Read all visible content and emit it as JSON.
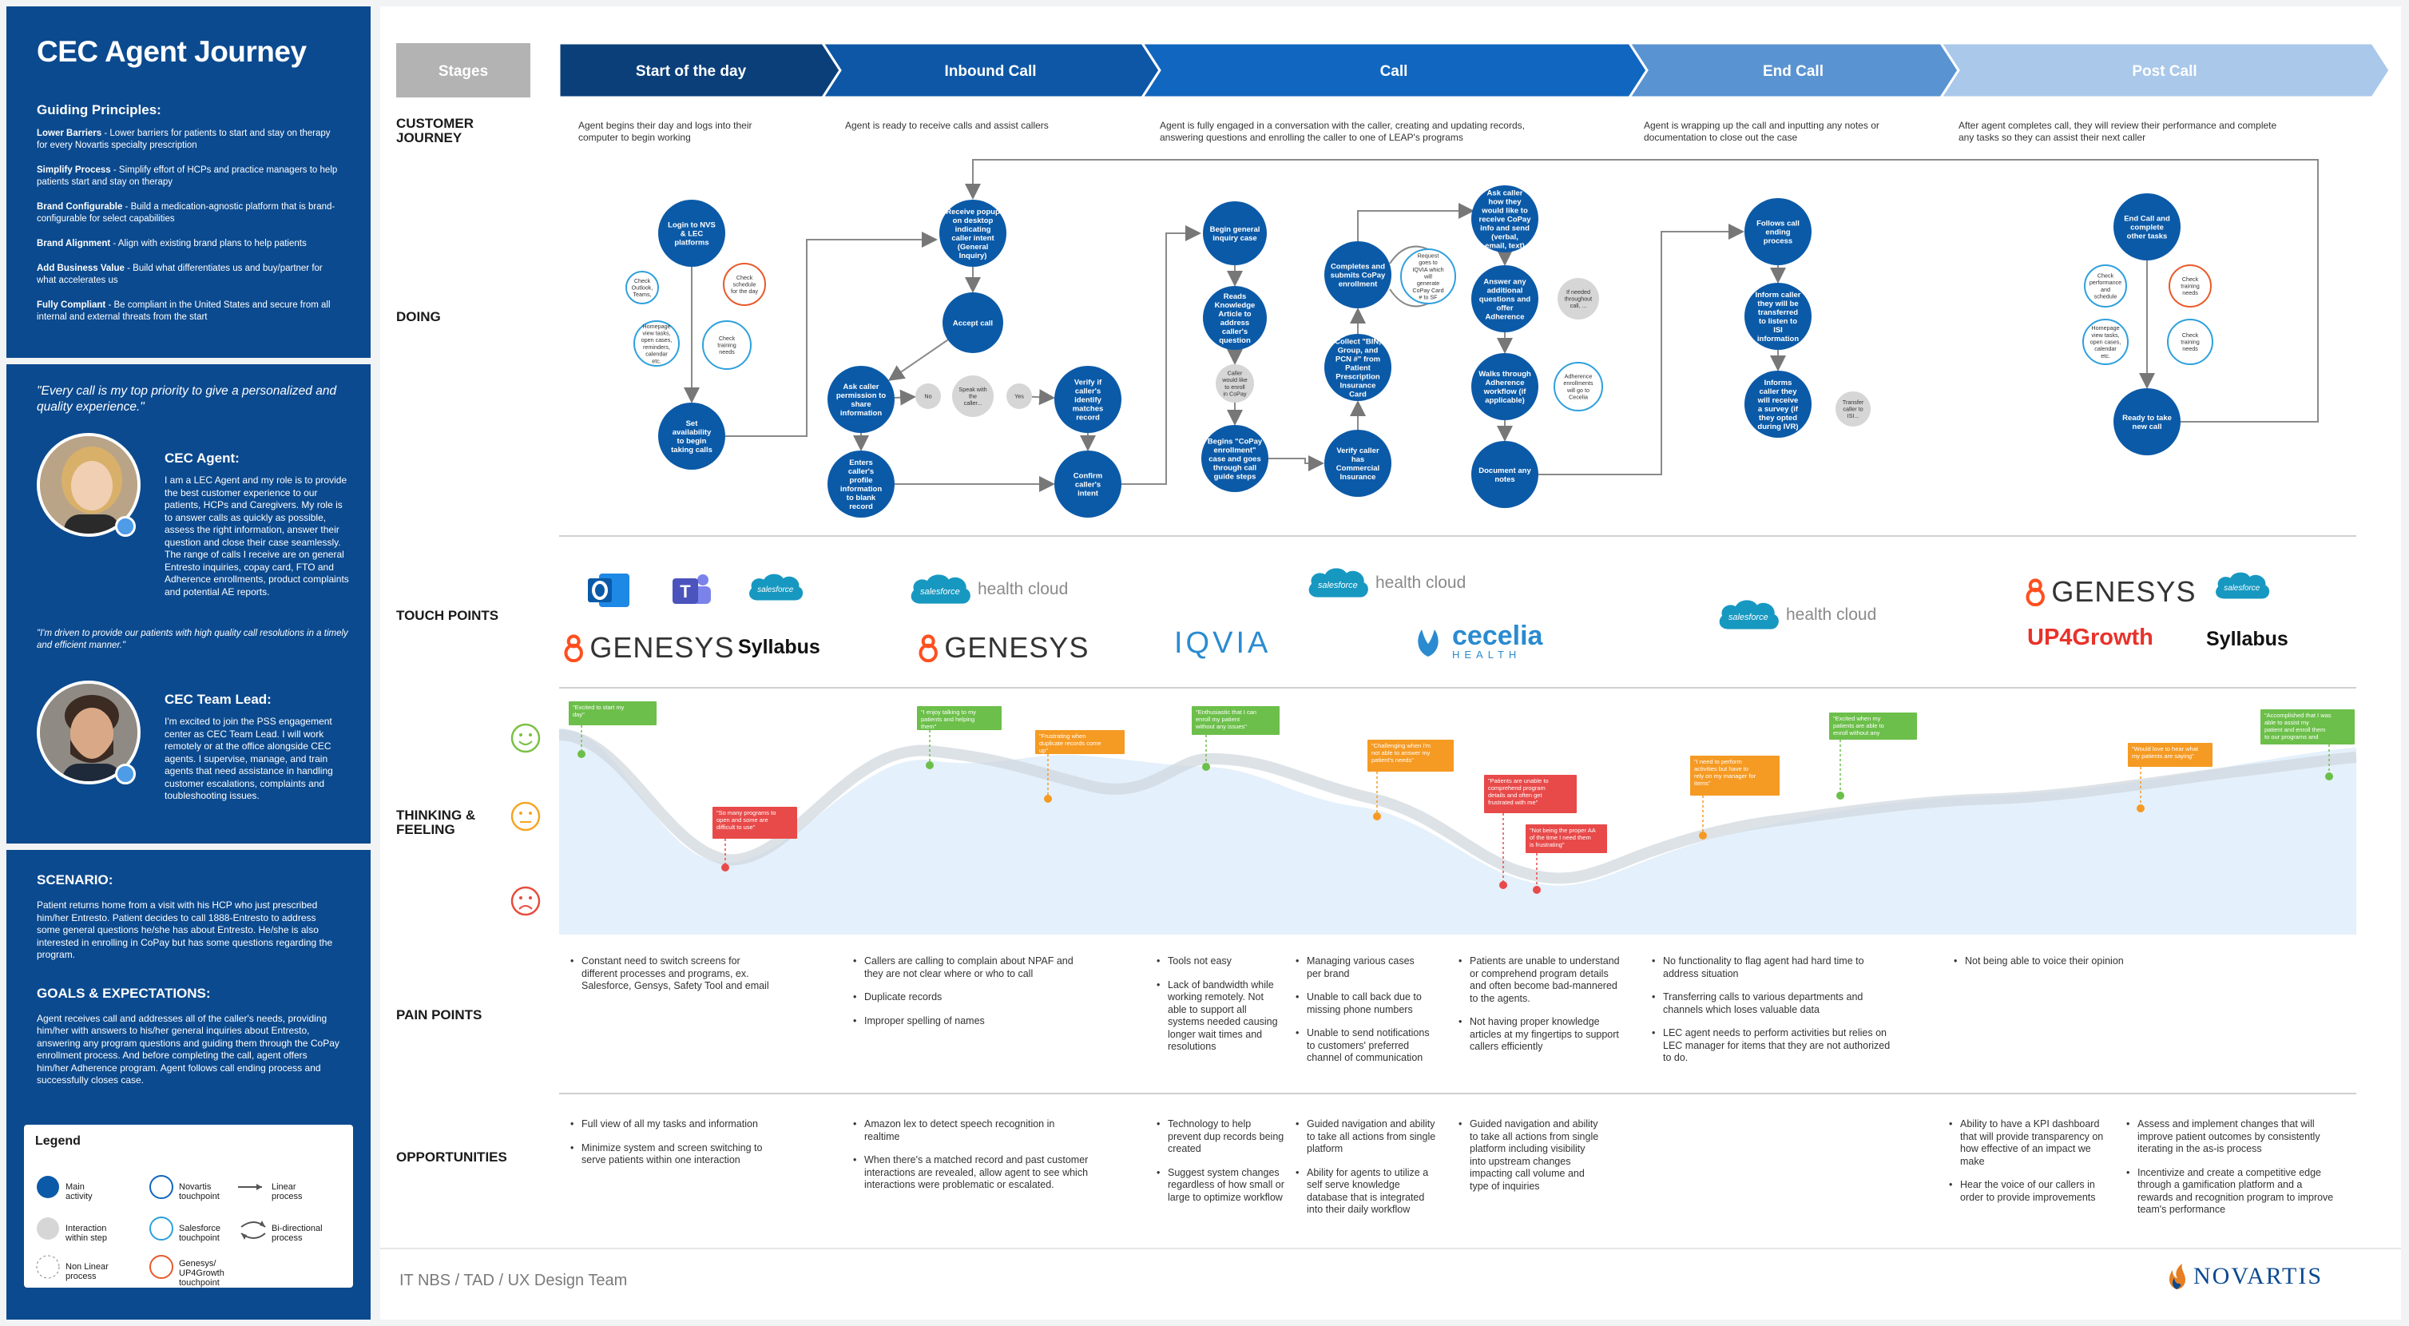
{
  "title": "CEC Agent Journey",
  "principles": {
    "heading": "Guiding Principles:",
    "items": [
      {
        "b": "Lower Barriers",
        "t": " - Lower barriers for patients to start and stay on therapy for every Novartis specialty prescription"
      },
      {
        "b": "Simplify Process",
        "t": " - Simplify effort of HCPs and practice managers to help patients start and stay on therapy"
      },
      {
        "b": "Brand Configurable",
        "t": " - Build a medication-agnostic platform that is brand- configurable for select capabilities"
      },
      {
        "b": "Brand Alignment",
        "t": " - Align with existing brand plans to help patients"
      },
      {
        "b": "Add Business Value",
        "t": " - Build what differentiates us and buy/partner for what accelerates us"
      },
      {
        "b": "Fully Compliant",
        "t": " - Be compliant in the United States and secure from all internal and external threats from the start"
      }
    ]
  },
  "personas": {
    "agent_quote": "\"Every call is my top priority to give a personalized and quality experience.\"",
    "agent_title": "CEC Agent:",
    "agent_text": "I am a LEC Agent and my role is to provide the best customer experience to our patients, HCPs and Caregivers. My role is to answer calls as quickly as possible, assess the right information, answer their question and close their case seamlessly. The range of calls I receive are on general Entresto inquiries, copay card, FTO and Adherence enrollments, product complaints and potential AE reports.",
    "lead_quote": "\"I'm driven to provide our patients with high quality call resolutions in a timely and efficient manner.\"",
    "lead_title": "CEC Team Lead:",
    "lead_text": "I'm excited to join the PSS engagement center as CEC Team Lead. I will work remotely or at the office alongside CEC agents. I supervise, manage, and train agents that need assistance in handling customer escalations, complaints and toubleshooting issues."
  },
  "scenario": {
    "heading": "SCENARIO:",
    "text": "Patient returns home from a visit with his HCP who just prescribed him/her Entresto. Patient decides to call 1888-Entresto to address some general questions he/she has about Entresto. He/she is also interested in enrolling in CoPay but has some questions regarding the program.",
    "goals_heading": "GOALS & EXPECTATIONS:",
    "goals_text": "Agent receives call and addresses all of the caller's needs, providing him/her with answers to his/her general inquiries about Entresto, answering any program questions and guiding them through the CoPay enrollment process.  And before completing the call, agent offers him/her Adherence program. Agent follows call ending process and successfully closes case."
  },
  "legend": {
    "title": "Legend",
    "main": "Main activity",
    "novartis": "Novartis touchpoint",
    "linear": "Linear process",
    "interaction": "Interaction within step",
    "salesforce": "Salesforce touchpoint",
    "bidir": "Bi-directional process",
    "nonlinear": "Non Linear process",
    "genesys": "Genesys/ UP4Growth touchpoint"
  },
  "stages": {
    "label": "Stages",
    "items": [
      "Start of the day",
      "Inbound Call",
      "Call",
      "End Call",
      "Post Call"
    ],
    "colors": [
      "#0b3f7a",
      "#0d57a6",
      "#1166bf",
      "#5a93d1",
      "#a9c8ea"
    ]
  },
  "rows": {
    "customer_journey": "CUSTOMER JOURNEY",
    "doing": "DOING",
    "touch_points": "TOUCH POINTS",
    "thinking": "THINKING & FEELING",
    "pain_points": "PAIN POINTS",
    "opportunities": "OPPORTUNITIES"
  },
  "journey": [
    "Agent begins their day and logs into their computer to begin working",
    "Agent is ready to receive calls and assist callers",
    "Agent is fully engaged in a conversation with the caller, creating and updating records, answering questions and enrolling the caller to one of LEAP's programs",
    "Agent is wrapping up the call and inputting any notes or documentation to close out the case",
    "After agent completes call, they will review their performance and complete any tasks so they can assist their next caller"
  ],
  "doing_nodes": {
    "login": "Login to NVS & LEC platforms",
    "outlook": "Check Outlook, Teams,",
    "schedule": "Check schedule for the day",
    "homepage": "Homepage view tasks, open cases, reminders, calendar etc.",
    "syllabus": "Check training needs",
    "availability": "Set availability to begin taking calls",
    "popup": "Receive popup on desktop indicating caller intent (General Inquiry)",
    "accept": "Accept call",
    "ask": "Ask caller permission to share information",
    "no": "No",
    "yes": "Yes",
    "speak": "Speak with the caller...",
    "verify": "Verify if caller's identify matches record",
    "enter": "Enters caller's profile information to blank record",
    "confirm": "Confirm caller's intent",
    "begin": "Begin general inquiry case",
    "reads": "Reads Knowledge Article to address caller's question",
    "callerwould": "Caller would like to enroll in CoPay",
    "copay": "Begins \"CoPay enrollment\" case and goes through call guide steps",
    "completes": "Completes and submits CoPay enrollment",
    "iqvia": "Request goes to IQVIA which will generate CoPay Card # to SF",
    "collect": "Collect \"BIN, Group, and PCN #\" from Patient Prescription Insurance Card",
    "verifyins": "Verify caller has Commercial Insurance",
    "askhow": "Ask caller how they would like to receive CoPay info and send (verbal, email, text)",
    "answer": "Answer any additional questions and offer Adherence",
    "ifneeded": "If needed throughout call, ...",
    "walks": "Walks through Adherence workflow (if applicable)",
    "cecelia": "Adherence enrollments will go to Cecelia",
    "document": "Document any notes",
    "follows": "Follows call ending process",
    "inform": "Inform caller they will be transferred to listen to ISI information",
    "survey": "Informs caller they will receive a survey (if they opted during IVR)",
    "transfer": "Transfer caller to ISI...",
    "endcall": "End Call and complete other tasks",
    "checkperf": "Check performance and schedule",
    "up4check": "Check training needs",
    "homepage2": "Homepage view tasks, open cases, calendar etc.",
    "syllabus2": "Check training needs",
    "ready": "Ready to take new call"
  },
  "touch_points": {
    "outlook": "O",
    "teams": "T",
    "salesforce": "salesforce",
    "genesys": "GENESYS",
    "syllabus": "Syllabus",
    "health_cloud": "health cloud",
    "iqvia": "IQVIA",
    "cecelia": "cecelia",
    "cecelia_sub": "HEALTH",
    "up4growth": "UP4Growth"
  },
  "emotions": [
    "Excited to start my day",
    "So many programs to open and some are difficult to use",
    "I enjoy talking to my patients and helping them",
    "Frustrating when duplicate records come up",
    "Enthusiastic that I can enroll my patient without any issues",
    "Challenging when I'm not able to answer my patient's needs",
    "Patients are unable to comprehend program details and often get frustrated with me",
    "Not being the proper AA of the time I need them is frustrating",
    "I need to perform activities but have to rely on my manager for items",
    "Excited when my patients are able to enroll without any issues",
    "Would love to hear what my patients are saying",
    "Accomplished that I was able to assist my patient and enroll them to our programs and close this case"
  ],
  "pain_points": [
    [
      "Constant need to switch screens for different processes and programs, ex. Salesforce, Gensys, Safety Tool and email"
    ],
    [
      "Callers are calling to complain about NPAF and they are not clear where or who to call",
      "Duplicate records",
      "Improper spelling of names"
    ],
    [
      "Tools not easy",
      "Lack of bandwidth while working remotely. Not able to support all systems needed causing longer wait times and resolutions"
    ],
    [
      "Managing various cases per brand",
      "Unable to call back due to missing phone numbers",
      "Unable to send notifications to customers' preferred channel of communication"
    ],
    [
      "Patients are unable to understand or comprehend program details and often become bad-mannered to the agents.",
      "Not having proper knowledge articles at my fingertips to support callers efficiently"
    ],
    [
      "No functionality to flag agent had hard time to address situation",
      "Transferring calls to various departments and channels which loses valuable data",
      "LEC agent needs to perform activities but relies on LEC manager for items that they are not authorized to do."
    ],
    [
      "Not being able to voice their opinion"
    ]
  ],
  "opportunities": [
    [
      "Full view of all my tasks and information",
      "Minimize system and screen switching to serve patients within one interaction"
    ],
    [
      "Amazon lex to detect speech recognition in realtime",
      "When there's a matched record and past customer interactions are revealed, allow agent to see which interactions were problematic or escalated."
    ],
    [
      "Technology to help prevent dup records being created",
      "Suggest system changes regardless of how small or large to optimize workflow"
    ],
    [
      "Guided navigation and ability to take all actions from single platform",
      "Ability for agents to utilize a self serve knowledge database that is integrated into their daily workflow"
    ],
    [
      "Guided navigation and ability to take all actions from single platform including visibility into upstream changes impacting call volume and type of inquiries"
    ],
    [
      "Ability to have a KPI dashboard that will provide transparency on how effective of an impact we make",
      "Hear the voice of our callers in order to provide improvements"
    ],
    [
      "Assess and implement changes that will improve patient outcomes by consistently iterating in the as-is process",
      "Incentivize and create a competitive edge through a gamification platform and a rewards and recognition program to improve team's performance"
    ]
  ],
  "footer": {
    "team": "IT NBS / TAD / UX Design Team",
    "brand": "NOVARTIS"
  }
}
